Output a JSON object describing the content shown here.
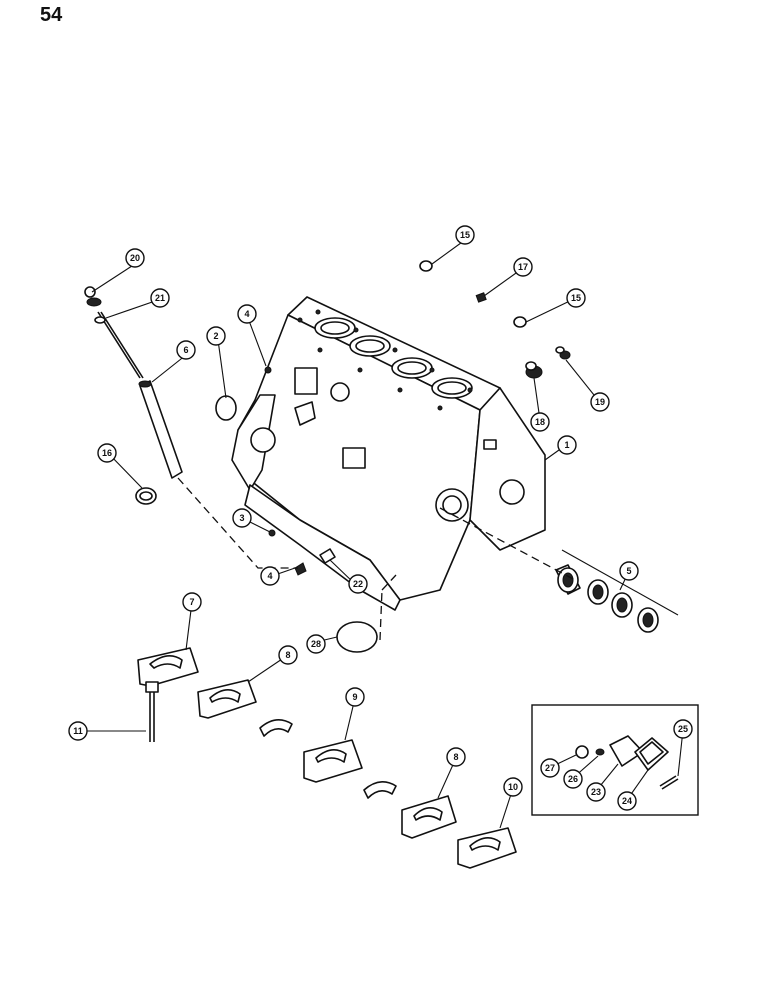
{
  "page": {
    "number": "54"
  },
  "callouts": [
    {
      "id": "callout-20",
      "label": "20"
    },
    {
      "id": "callout-21",
      "label": "21"
    },
    {
      "id": "callout-6",
      "label": "6"
    },
    {
      "id": "callout-2",
      "label": "2"
    },
    {
      "id": "callout-4a",
      "label": "4"
    },
    {
      "id": "callout-15a",
      "label": "15"
    },
    {
      "id": "callout-17",
      "label": "17"
    },
    {
      "id": "callout-15b",
      "label": "15"
    },
    {
      "id": "callout-18",
      "label": "18"
    },
    {
      "id": "callout-19",
      "label": "19"
    },
    {
      "id": "callout-1",
      "label": "1"
    },
    {
      "id": "callout-16",
      "label": "16"
    },
    {
      "id": "callout-3",
      "label": "3"
    },
    {
      "id": "callout-4b",
      "label": "4"
    },
    {
      "id": "callout-22",
      "label": "22"
    },
    {
      "id": "callout-5",
      "label": "5"
    },
    {
      "id": "callout-7",
      "label": "7"
    },
    {
      "id": "callout-28",
      "label": "28"
    },
    {
      "id": "callout-8a",
      "label": "8"
    },
    {
      "id": "callout-11",
      "label": "11"
    },
    {
      "id": "callout-9",
      "label": "9"
    },
    {
      "id": "callout-8b",
      "label": "8"
    },
    {
      "id": "callout-10",
      "label": "10"
    },
    {
      "id": "callout-25",
      "label": "25"
    },
    {
      "id": "callout-27",
      "label": "27"
    },
    {
      "id": "callout-26",
      "label": "26"
    },
    {
      "id": "callout-23",
      "label": "23"
    },
    {
      "id": "callout-24",
      "label": "24"
    }
  ]
}
